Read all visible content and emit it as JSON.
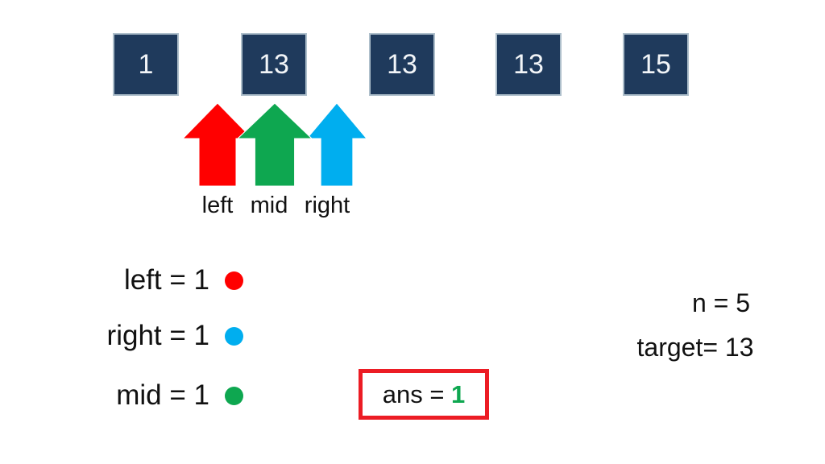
{
  "slide": {
    "background": "#ffffff",
    "array": {
      "values": [
        "1",
        "13",
        "13",
        "13",
        "15"
      ],
      "box_fill": "#1f3a5c",
      "box_border": "#aebfcb",
      "text_color": "#f2f5f8"
    },
    "pointers": [
      {
        "id": "left",
        "label": "left",
        "color": "#ff0000"
      },
      {
        "id": "mid",
        "label": "mid",
        "color": "#0ea750"
      },
      {
        "id": "right",
        "label": "right",
        "color": "#00aeef"
      }
    ],
    "readouts": [
      {
        "text": "left = 1",
        "dot_color": "#ff0000"
      },
      {
        "text": "right = 1",
        "dot_color": "#00aeef"
      },
      {
        "text": "mid = 1",
        "dot_color": "#0ea750"
      }
    ],
    "answer": {
      "prefix": "ans = ",
      "value": "1",
      "value_color": "#0ea750",
      "border_color": "#ec1c24"
    },
    "params": {
      "n": "n = 5",
      "target": "target= 13"
    }
  }
}
